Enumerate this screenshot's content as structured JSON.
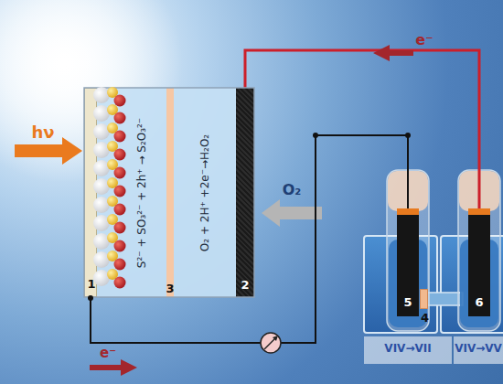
{
  "diagram": {
    "nodes": [
      {
        "text": [
          "1"
        ]
      },
      {
        "text": [
          "S²⁻ + SO₃²⁻ + 2h⁺ → S₂O₃²⁻"
        ]
      },
      {
        "text": [
          "3"
        ]
      },
      {
        "text": [
          "O₂ + 2H⁺ +2e⁻→H₂O₂"
        ]
      },
      {
        "text": [
          "2"
        ]
      },
      {
        "text": [
          "5"
        ]
      },
      {
        "text": [
          "4"
        ]
      },
      {
        "text": [
          "6"
        ]
      }
    ],
    "edges": [
      {
        "from": 7,
        "to": 4,
        "arrow": "none"
      },
      {
        "from": 0,
        "to": 5,
        "arrow": "none"
      }
    ],
    "labels": [
      "hν",
      "O₂",
      "e⁻",
      "e⁻",
      "VIV→VII",
      "VIV→VV"
    ]
  }
}
